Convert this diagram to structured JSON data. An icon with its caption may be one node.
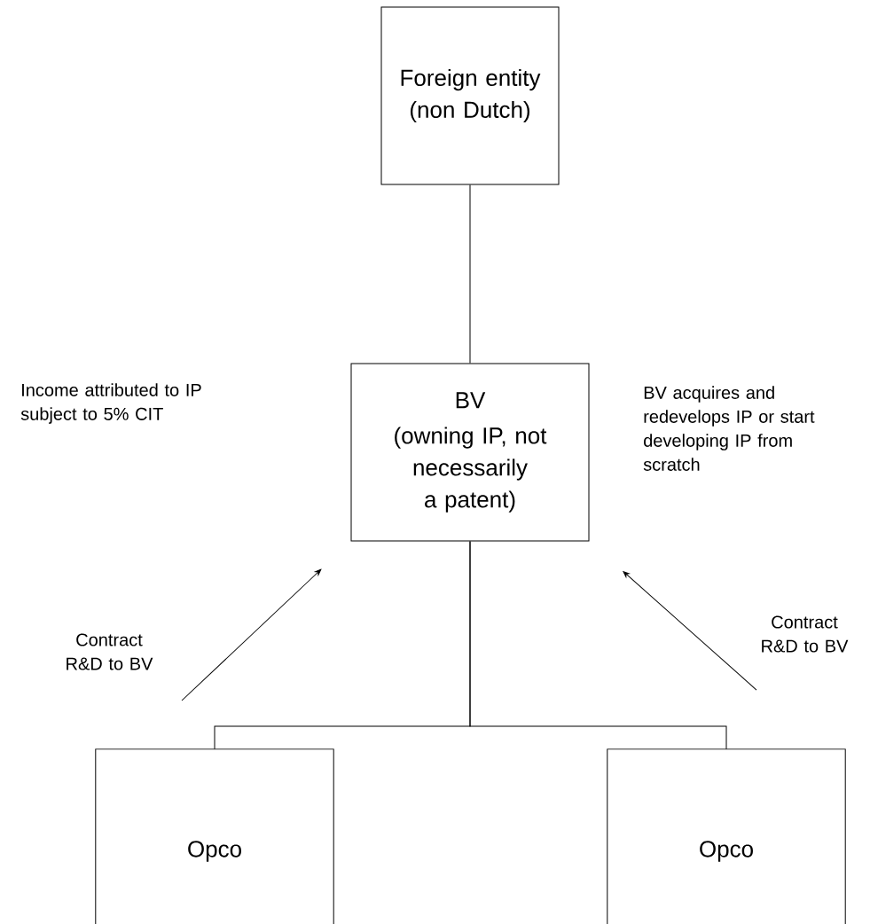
{
  "diagram": {
    "nodes": [
      {
        "text": [
          "Foreign entity (non Dutch)"
        ]
      },
      {
        "text": [
          "BV",
          "(owning IP, not necessarily a patent)"
        ]
      },
      {
        "text": [
          "Opco"
        ]
      },
      {
        "text": [
          "Opco"
        ]
      }
    ],
    "edges": [
      {
        "from": 0,
        "to": 1,
        "arrow": "none"
      },
      {
        "from": 1,
        "to": 2,
        "arrow": "none"
      },
      {
        "from": 1,
        "to": 3,
        "arrow": "none"
      },
      {
        "from": null,
        "to": 1,
        "arrow": "to",
        "label": "Contract R&D to BV"
      },
      {
        "from": null,
        "to": 1,
        "arrow": "to",
        "label": "Contract R&D to BV"
      }
    ],
    "labels": [
      "Income attributed to IP subject to 5% CIT",
      "BV acquires and redevelops IP or start developing IP from scratch"
    ]
  }
}
